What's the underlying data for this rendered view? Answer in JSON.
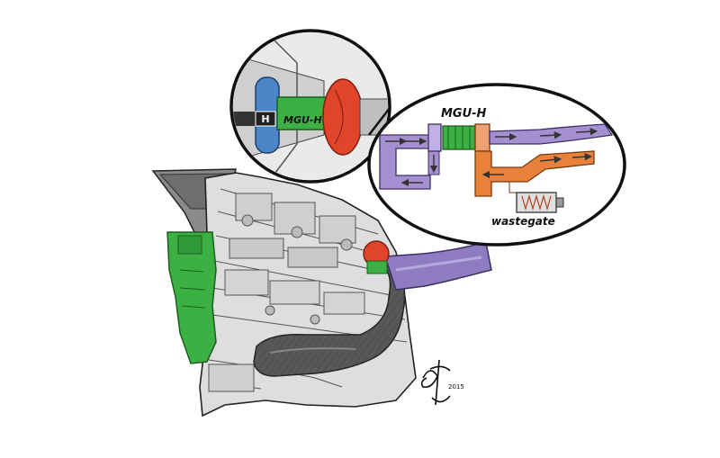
{
  "labels": {
    "inset_top": "MGU-H",
    "inset_right": "MGU-H",
    "wastegate": "wastegate",
    "signature_suffix": "2015"
  },
  "colors": {
    "compressor_blue": "#4a86c8",
    "mguh_green": "#3cb043",
    "turbine_red": "#e0452a",
    "intake_purple": "#9b7fc4",
    "exhaust_orange": "#e07a2e",
    "engine_grey": "#d9d9d9",
    "exhaust_pipe_dark": "#4a4a4a",
    "outline": "#222222"
  },
  "icons": [
    "honda-logo-icon",
    "flow-arrow-icon",
    "wastegate-spring-icon",
    "artist-signature-icon"
  ]
}
